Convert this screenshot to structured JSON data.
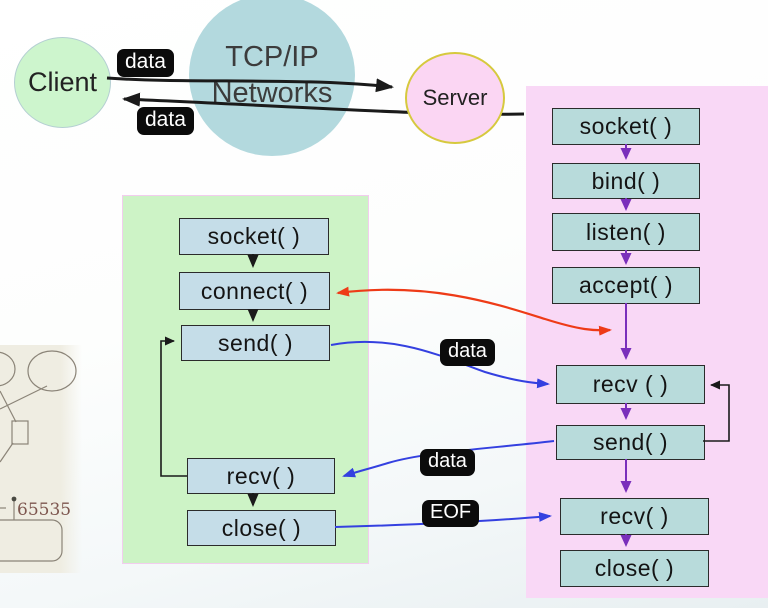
{
  "scene": {
    "client_label": "Client",
    "network_line1": "TCP/IP",
    "network_line2": "Networks",
    "server_label": "Server",
    "data_to_server": "data",
    "data_to_client": "data"
  },
  "client_flow": {
    "steps": [
      "socket( )",
      "connect( )",
      "send( )",
      "recv( )",
      "close( )"
    ]
  },
  "server_flow": {
    "steps": [
      "socket( )",
      "bind( )",
      "listen( )",
      "accept( )",
      "recv ( )",
      "send( )",
      "recv( )",
      "close( )"
    ]
  },
  "messages": {
    "request_data": "data",
    "response_data": "data",
    "eof": "EOF"
  },
  "inset": {
    "port_max": "65535"
  },
  "colors": {
    "client_panel": "#cdf3c6",
    "server_panel": "#f9d8f6",
    "client_box": "#c5dde8",
    "server_box": "#b8dbdb",
    "client_circle": "#cdf5cd",
    "network_circle": "#b3d9de",
    "server_circle": "#fbd6f3",
    "server_circle_border": "#d6c93e",
    "tag_background": "#0b0b0b",
    "arrow_black": "#1a1a1a",
    "arrow_purple": "#7a2fbb",
    "arrow_blue": "#3440e0",
    "arrow_red": "#ee3b17"
  }
}
